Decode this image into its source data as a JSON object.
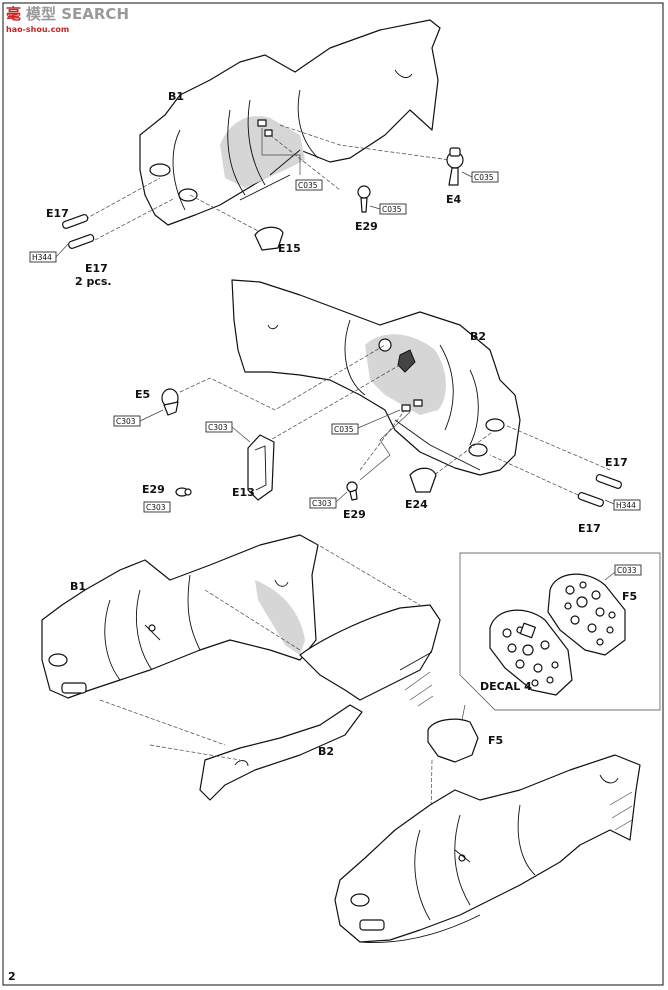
{
  "watermark": {
    "red_text": "毫",
    "grey_text": "模型 SEARCH",
    "url": "hao-shou.com"
  },
  "step1": {
    "fuselage_label": "B1",
    "parts": {
      "e17_a": "E17",
      "e17_b": "E17",
      "e17_qty": "2 pcs.",
      "e15": "E15",
      "e29": "E29",
      "e4": "E4"
    },
    "paint_codes": {
      "h344": "H344",
      "c035_a": "C035",
      "c035_b": "C035",
      "c035_c": "C035"
    }
  },
  "step2": {
    "fuselage_label": "B2",
    "parts": {
      "e5": "E5",
      "e13": "E13",
      "e29": "E29",
      "e29_b": "E29",
      "e24": "E24",
      "e17_a": "E17",
      "e17_b": "E17"
    },
    "paint_codes": {
      "c303_a": "C303",
      "c303_b": "C303",
      "c303_c": "C303",
      "c303_d": "C303",
      "c035": "C035",
      "h344": "H344"
    }
  },
  "step3": {
    "left_label": "B1",
    "right_label": "B2"
  },
  "step4": {
    "panel_label": "F5",
    "decal_label": "DECAL 4",
    "paint_code": "C033",
    "part_label": "F5"
  },
  "page_number": "2"
}
